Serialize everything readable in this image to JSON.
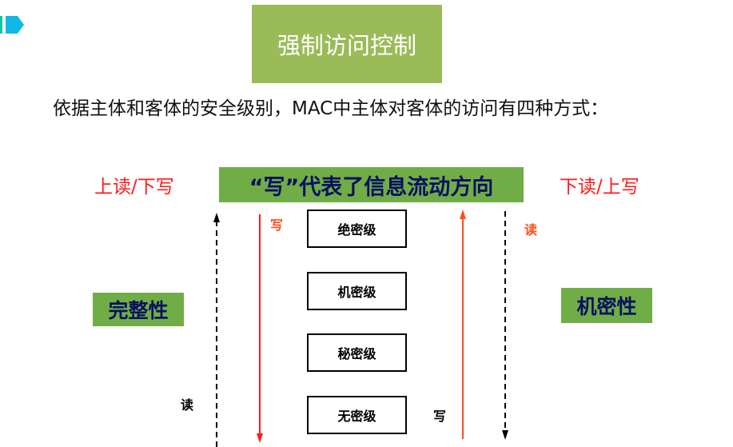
{
  "title": "强制访问控制",
  "subtitle": "依据主体和客体的安全级别，MAC中主体对客体的访问有四种方式：",
  "left_mode": "上读/下写",
  "right_mode": "下读/上写",
  "banner": "“写”代表了信息流动方向",
  "levels": [
    "绝密级",
    "机密级",
    "秘密级",
    "无密级"
  ],
  "left_tag": "完整性",
  "right_tag": "机密性",
  "labels": {
    "write_left": "写",
    "read_right": "读",
    "read_left": "读",
    "write_right": "写"
  },
  "colors": {
    "title_bg": "#9bbb59",
    "banner_bg": "#70ad47",
    "red": "#ff1a1a",
    "arrow_orange": "#ff4d1a"
  }
}
